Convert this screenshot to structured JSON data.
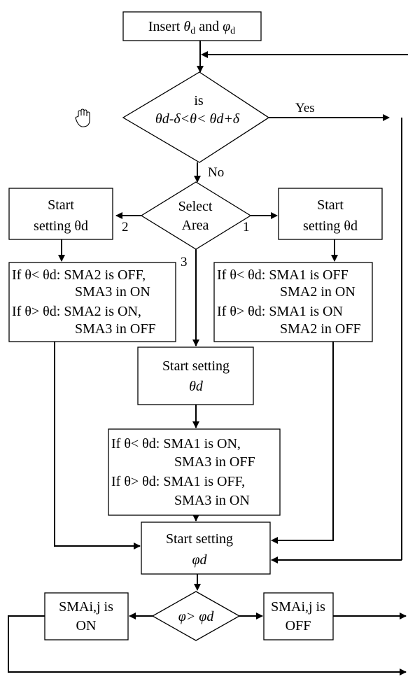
{
  "flowchart": {
    "start": {
      "pre": "Insert ",
      "theta": "θ",
      "sub": "d",
      "mid": " and ",
      "phi": "φ",
      "sub2": "d"
    },
    "check": {
      "line1": "is",
      "expr": "θd-δ<θ< θd+δ"
    },
    "yes_label": "Yes",
    "no_label": "No",
    "select": {
      "line1": "Select",
      "line2": "Area"
    },
    "branch_labels": {
      "left": "2",
      "right": "1",
      "bottom": "3"
    },
    "left_start": {
      "line1": "Start",
      "line2": "setting θd"
    },
    "right_start": {
      "line1": "Start",
      "line2": "setting θd"
    },
    "middle_start": {
      "line1": "Start setting",
      "line2": "θd"
    },
    "left_rule": {
      "line1": "If θ< θd:  SMA2 is OFF,",
      "line2": "SMA3 in ON",
      "line3": "If θ> θd:  SMA2 is ON,",
      "line4": "SMA3 in OFF"
    },
    "right_rule": {
      "line1": "If θ< θd:  SMA1 is OFF",
      "line2": "SMA2 in ON",
      "line3": "If θ> θd:  SMA1 is ON",
      "line4": "SMA2 in OFF"
    },
    "middle_rule": {
      "line1": "If θ< θd:  SMA1 is ON,",
      "line2": "SMA3 in OFF",
      "line3": "If θ> θd:  SMA1 is OFF,",
      "line4": "SMA3 in ON"
    },
    "phi_start": {
      "line1": "Start setting",
      "line2": "φd"
    },
    "phi_check": "φ> φd",
    "on_box": {
      "line1": "SMAi,j is",
      "line2": "ON"
    },
    "off_box": {
      "line1": "SMAi,j is",
      "line2": "OFF"
    }
  }
}
